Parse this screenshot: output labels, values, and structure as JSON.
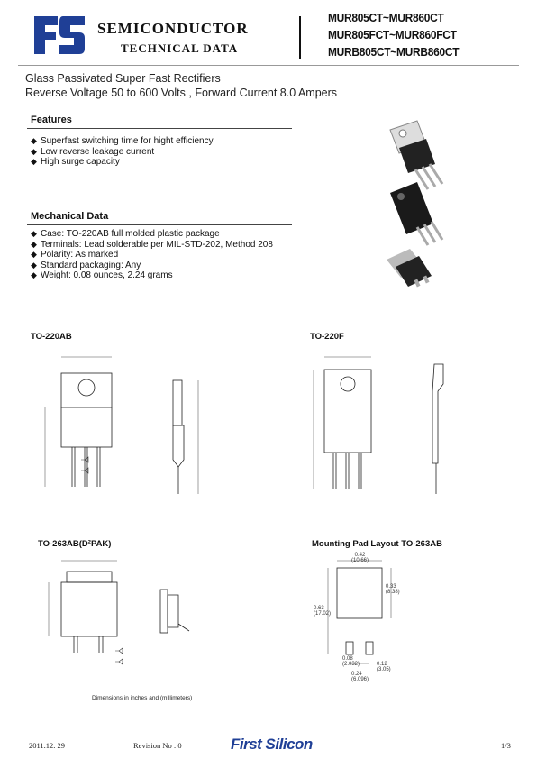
{
  "header": {
    "company": "SEMICONDUCTOR",
    "subtitle": "TECHNICAL DATA",
    "part_numbers": [
      "MUR805CT~MUR860CT",
      "MUR805FCT~MUR860FCT",
      "MURB805CT~MURB860CT"
    ],
    "logo_color": "#1f3f96"
  },
  "description": {
    "line1": "Glass Passivated Super Fast Rectifiers",
    "line2": "Reverse Voltage 50 to 600 Volts , Forward Current 8.0 Ampers"
  },
  "features": {
    "title": "Features",
    "items": [
      "Superfast switching time for hight efficiency",
      "Low reverse leakage current",
      "High surge capacity"
    ]
  },
  "mechanical": {
    "title": "Mechanical Data",
    "items": [
      "Case: TO-220AB full molded plastic package",
      "Terminals: Lead solderable per MIL-STD-202, Method 208",
      "Polarity: As marked",
      "Standard packaging: Any",
      "Weight: 0.08 ounces, 2.24 grams"
    ]
  },
  "packages": {
    "to220ab": "TO-220AB",
    "to220f": "TO-220F",
    "to263ab": "TO-263AB(D²PAK)",
    "mounting": "Mounting Pad Layout TO-263AB",
    "dims_note": "Dimensions in inches and (millimeters)"
  },
  "mounting_dims": {
    "w_top": "0.42",
    "w_top_mm": "(10.66)",
    "h_right": "0.33",
    "h_right_mm": "(8.38)",
    "h_total": "0.63",
    "h_total_mm": "(17.02)",
    "pad_w": "0.08",
    "pad_w_mm": "(2.032)",
    "pitch": "0.24",
    "pitch_mm": "(6.096)",
    "pad_h": "0.12",
    "pad_h_mm": "(3.05)"
  },
  "footer": {
    "date": "2011.12. 29",
    "revision": "Revision No : 0",
    "brand": "First Silicon",
    "page": "1/3"
  }
}
